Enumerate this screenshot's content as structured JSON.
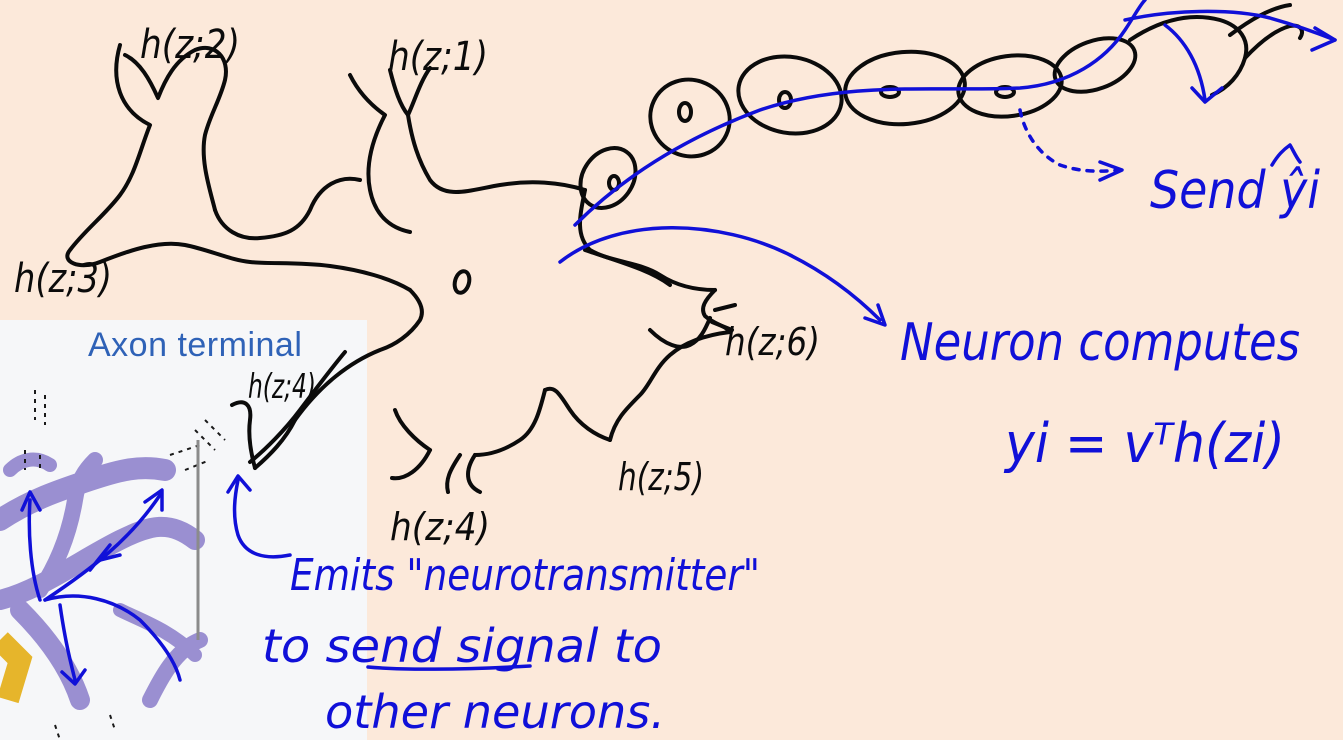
{
  "inset": {
    "title": "Axon terminal"
  },
  "dendrite_labels": {
    "l2": "h(z;2)",
    "l1": "h(z;1)",
    "l3": "h(z;3)",
    "l4a": "h(z;4)",
    "l4b": "h(z;4)",
    "l5": "h(z;5)",
    "l6": "h(z;6)"
  },
  "annotations": {
    "send": "Send ŷi",
    "computes_line1": "Neuron computes",
    "computes_line2": "yi = vᵀh(zi)",
    "emits_line1": "Emits \"neurotransmitter\"",
    "emits_line2": "to send signal to",
    "emits_line3": "other neurons."
  },
  "colors": {
    "ink": "#0b0b0b",
    "pen_blue": "#1010d8",
    "background": "#fce9da",
    "inset_bg": "#f6f7f9",
    "dendrite_purple": "#9a8fd1"
  }
}
